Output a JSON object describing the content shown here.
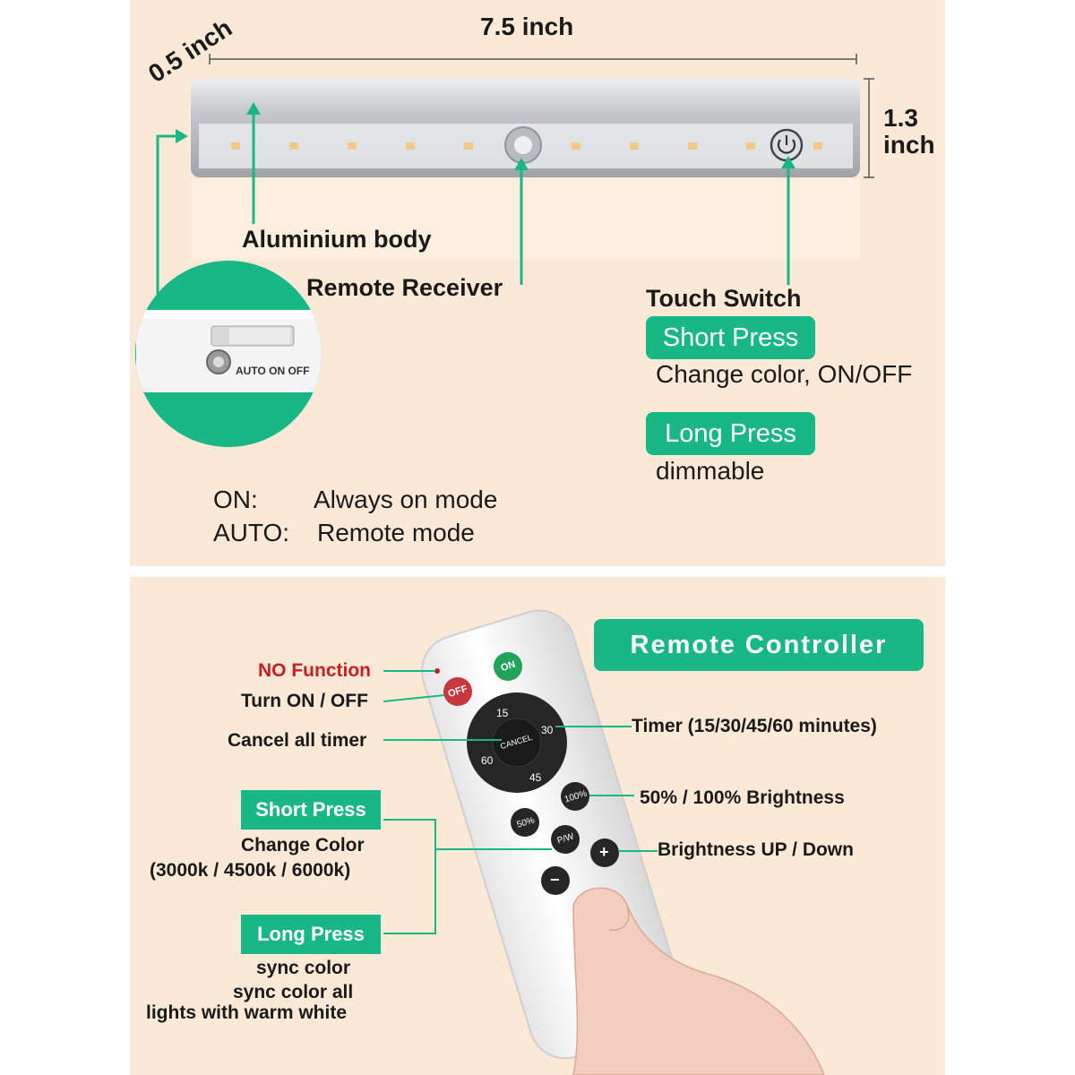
{
  "dimensions": {
    "depth": "0.5 inch",
    "length": "7.5 inch",
    "height_value": "1.3",
    "height_unit": "inch"
  },
  "callouts": {
    "body": "Aluminium body",
    "receiver": "Remote Receiver",
    "touch_switch": "Touch Switch"
  },
  "touch_switch": {
    "short_press_badge": "Short Press",
    "short_press_desc": "Change color, ON/OFF",
    "long_press_badge": "Long Press",
    "long_press_desc": "dimmable"
  },
  "mode_switch": {
    "switch_label": "AUTO ON OFF",
    "on_key": "ON:",
    "on_desc": "Always on mode",
    "auto_key": "AUTO:",
    "auto_desc": "Remote mode"
  },
  "remote": {
    "title": "Remote Controller",
    "no_function": "NO Function",
    "turn_on_off": "Turn ON / OFF",
    "cancel_timer": "Cancel all timer",
    "timer": "Timer (15/30/45/60 minutes)",
    "brightness_preset": "50% / 100% Brightness",
    "brightness_updown": "Brightness UP / Down",
    "short_press_badge": "Short Press",
    "short_press_line1": "Change Color",
    "short_press_line2": "(3000k / 4500k / 6000k)",
    "long_press_badge": "Long Press",
    "long_press_line1": "sync color",
    "long_press_line2": "sync color all",
    "long_press_line3": "lights with warm white",
    "buttons": {
      "on": "ON",
      "off": "OFF",
      "t15": "15",
      "t30": "30",
      "t45": "45",
      "t60": "60",
      "cancel": "CANCEL",
      "b100": "100%",
      "b50": "50%",
      "pw": "P/W",
      "plus": "+",
      "minus": "−"
    }
  },
  "colors": {
    "panel_bg": "#fbe9d8",
    "accent_green": "#1ab786",
    "no_function_red": "#c81e1e",
    "off_button": "#c8373c",
    "on_button": "#21a35a"
  }
}
